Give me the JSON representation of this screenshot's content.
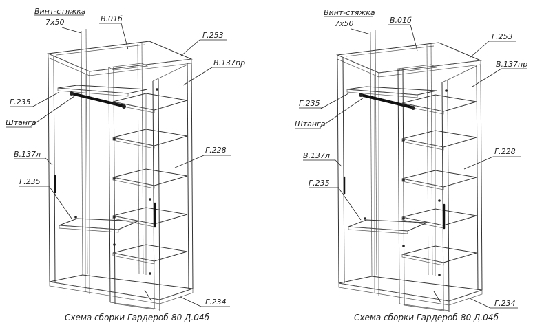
{
  "diagrams": [
    {
      "labels": {
        "screw": "Винт-стяжка",
        "screw_size": "7x50",
        "back": "В.01б",
        "top": "Г.253",
        "side_right": "В.137пр",
        "shelf_top": "Г.235",
        "rod": "Штанга",
        "side_left": "В.137л",
        "shelf_small": "Г.228",
        "shelf_bottom": "Г.235",
        "base": "Г.234"
      },
      "caption": "Схема сборки Гардероб-80 Д.04б"
    },
    {
      "labels": {
        "screw": "Винт-стяжка",
        "screw_size": "7x50",
        "back": "В.01б",
        "top": "Г.253",
        "side_right": "В.137пр",
        "shelf_top": "Г.235",
        "rod": "Штанга",
        "side_left": "В.137л",
        "shelf_small": "Г.228",
        "shelf_bottom": "Г.235",
        "base": "Г.234"
      },
      "caption": "Схема сборки Гардероб-80 Д.04б"
    }
  ]
}
